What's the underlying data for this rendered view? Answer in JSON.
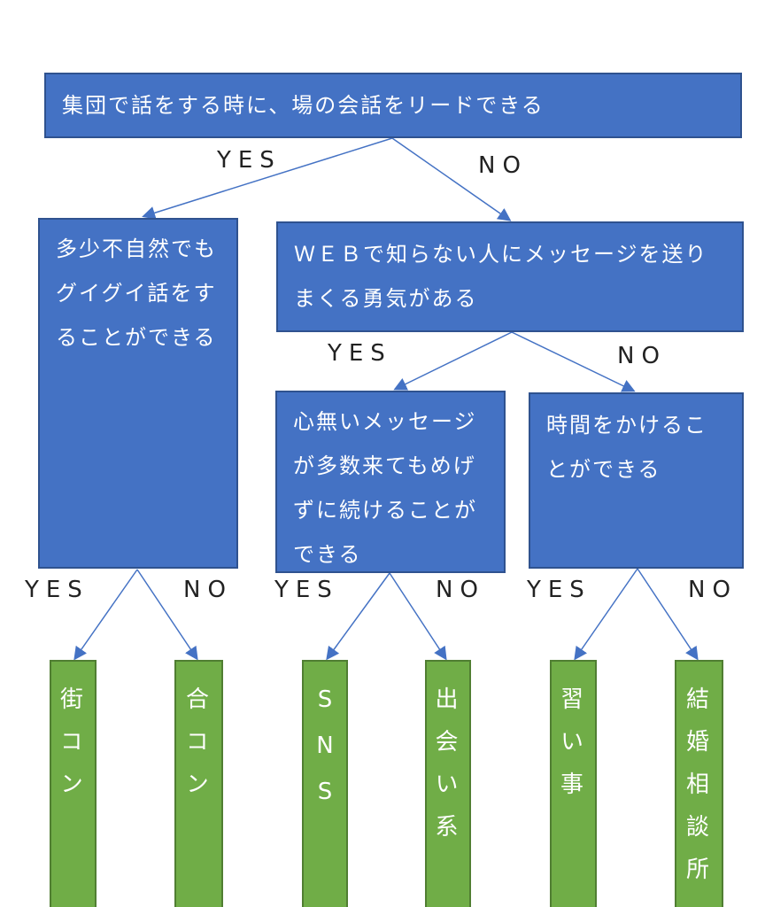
{
  "nodes": {
    "root": "集団で話をする時に、場の会話をリードできる",
    "q_left": "多少不自然でもグイグイ話をすることができる",
    "q_web": "ＷＥＢで知らない人にメッセージを送りまくる勇気がある",
    "q_heartless": "心無いメッセージが多数来てもめげずに続けることができる",
    "q_time": "時間をかけることができる"
  },
  "results": [
    "街コン",
    "合コン",
    "SNS",
    "出会い系",
    "習い事",
    "結婚相談所"
  ],
  "labels": {
    "yes": "YES",
    "no": "NO"
  },
  "colors": {
    "question": "#4472C4",
    "result": "#70AD47",
    "line": "#4472C4"
  }
}
